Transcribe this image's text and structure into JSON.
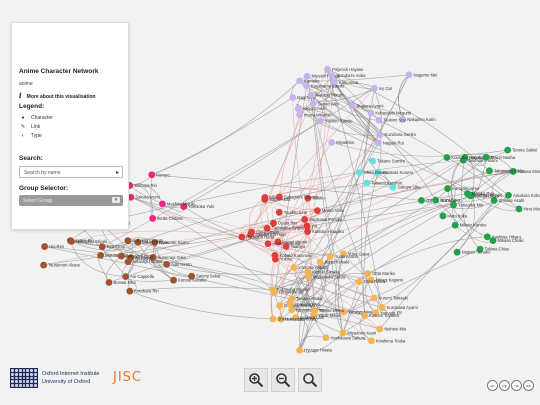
{
  "panel": {
    "title": "Anime Character Network",
    "subtitle": "anime",
    "info_label": "More about this visualisation",
    "legend_heading": "Legend:",
    "legend": [
      {
        "marker": "●",
        "label": "Character"
      },
      {
        "marker": "✎",
        "label": "Link"
      },
      {
        "marker": "◐",
        "label": "Type"
      }
    ],
    "search_heading": "Search:",
    "search_placeholder": "Search by name",
    "group_heading": "Group Selector:",
    "group_value": "Select Group"
  },
  "footer": {
    "oii_line1": "Oxford Internet Institute",
    "oii_line2": "University of Oxford",
    "jisc": "JISC",
    "license": [
      "cc",
      "by",
      "nc",
      "sa"
    ]
  },
  "zoom": {
    "zoom_in": "zoom-in-icon",
    "zoom_out": "zoom-out-icon",
    "zoom_reset": "zoom-reset-icon"
  },
  "colors": {
    "purple": "#c7b2f0",
    "pink": "#e8287c",
    "red": "#e23b3b",
    "brown": "#a0522d",
    "orange": "#f5b452",
    "green": "#23a04a",
    "cyan": "#5fe3e3",
    "edge": "#888888",
    "edge_red": "#e89a9a"
  },
  "nodes": [
    {
      "label": "Nagi Miki",
      "g": "purple"
    },
    {
      "label": "Kobayashi Megumi",
      "g": "purple"
    },
    {
      "label": "Aikyo Ichika",
      "g": "purple"
    },
    {
      "label": "Nakajima Karin",
      "g": "purple"
    },
    {
      "label": "Miyoshi Hikage",
      "g": "purple"
    },
    {
      "label": "Miyashita",
      "g": "purple"
    },
    {
      "label": "Kato Anna",
      "g": "purple"
    },
    {
      "label": "Nakano Mizuki",
      "g": "purple"
    },
    {
      "label": "Suzukaze Aoba",
      "g": "purple"
    },
    {
      "label": "Kameko",
      "g": "purple"
    },
    {
      "label": "Sugiura Ayami",
      "g": "purple"
    },
    {
      "label": "Nagumo Mei",
      "g": "purple"
    },
    {
      "label": "Tsukimi Sou",
      "g": "purple"
    },
    {
      "label": "Ivy Cat",
      "g": "purple"
    },
    {
      "label": "Imura Minami",
      "g": "purple"
    },
    {
      "label": "Polyrock Hayase",
      "g": "purple"
    },
    {
      "label": "Nagato Rui",
      "g": "purple"
    },
    {
      "label": "Senoo Aiko",
      "g": "purple"
    },
    {
      "label": "Kagayama Kaede",
      "g": "purple"
    },
    {
      "label": "Kuzuhara Genko",
      "g": "purple"
    },
    {
      "label": "Yashiro Kazuki",
      "g": "purple"
    },
    {
      "label": "Yoshioka Yuki",
      "g": "pink"
    },
    {
      "label": "Ikeda Chitose",
      "g": "pink"
    },
    {
      "label": "Sakura Izumi",
      "g": "pink"
    },
    {
      "label": "Shibuya Rin",
      "g": "pink"
    },
    {
      "label": "Kuroyo",
      "g": "pink"
    },
    {
      "label": "Mashita Miyuki",
      "g": "pink"
    },
    {
      "label": "Tachibana Sylphinford",
      "g": "red"
    },
    {
      "label": "Katsura Hinagiku",
      "g": "red"
    },
    {
      "label": "Sagiri Akira",
      "g": "red"
    },
    {
      "label": "Sagisawa Fumika",
      "g": "red"
    },
    {
      "label": "Sakurauchi Riko",
      "g": "red"
    },
    {
      "label": "Ryuuguu Rena",
      "g": "red"
    },
    {
      "label": "Okita Sougo",
      "g": "red"
    },
    {
      "label": "Asami Hitomi",
      "g": "red"
    },
    {
      "label": "Toudou Kirin",
      "g": "red"
    },
    {
      "label": "Kobato Kusunoki",
      "g": "red"
    },
    {
      "label": "Yukiko",
      "g": "red"
    },
    {
      "label": "Momo Velia",
      "g": "red"
    },
    {
      "label": "Sakagami Tomoyo",
      "g": "red"
    },
    {
      "label": "Ogata Rin",
      "g": "red"
    },
    {
      "label": "Amami Haruka",
      "g": "red"
    },
    {
      "label": "Tsuruya",
      "g": "red"
    },
    {
      "label": "Mio",
      "g": "red"
    },
    {
      "label": "Yukino",
      "g": "red"
    },
    {
      "label": "Yui",
      "g": "red"
    },
    {
      "label": "Nekopara Miyuki",
      "g": "brown"
    },
    {
      "label": "Saionji Sekai",
      "g": "brown"
    },
    {
      "label": "Tsunemori Akane",
      "g": "brown"
    },
    {
      "label": "Ayase Eli",
      "g": "brown"
    },
    {
      "label": "Kurusu Kanako",
      "g": "brown"
    },
    {
      "label": "Ryuuzaki Kaoru",
      "g": "brown"
    },
    {
      "label": "Sumeragi Yuko",
      "g": "brown"
    },
    {
      "label": "Fouta Kaduki",
      "g": "brown"
    },
    {
      "label": "Takaya Yuki",
      "g": "brown"
    },
    {
      "label": "Kotohara Rin",
      "g": "brown"
    },
    {
      "label": "Kisaragi Hayato",
      "g": "brown"
    },
    {
      "label": "Ito Kaede",
      "g": "brown"
    },
    {
      "label": "Hio Ren",
      "g": "brown"
    },
    {
      "label": "Mikoto Puzzle",
      "g": "brown"
    },
    {
      "label": "Murata Maaya",
      "g": "brown"
    },
    {
      "label": "Bonsai Riko",
      "g": "brown"
    },
    {
      "label": "Aoki Hiroto",
      "g": "brown"
    },
    {
      "label": "Aoi Cappella",
      "g": "brown"
    },
    {
      "label": "Nishikigi Chisato",
      "g": "brown"
    },
    {
      "label": "Sakuya Kiryuu",
      "g": "brown"
    },
    {
      "label": "Kira Kirari",
      "g": "brown"
    },
    {
      "label": "Yuuki Mikan",
      "g": "orange"
    },
    {
      "label": "Kousaka Kirino",
      "g": "orange"
    },
    {
      "label": "Kurokawa Ayami",
      "g": "orange"
    },
    {
      "label": "Harukaze Hinata",
      "g": "orange"
    },
    {
      "label": "Hyuuga Hinata",
      "g": "orange"
    },
    {
      "label": "Isuzu Kirisaki",
      "g": "orange"
    },
    {
      "label": "Hoshikawa Sakura",
      "g": "orange"
    },
    {
      "label": "Nishino Mio",
      "g": "orange"
    },
    {
      "label": "Yazawa Nico",
      "g": "orange"
    },
    {
      "label": "Miyazono Kaori",
      "g": "orange"
    },
    {
      "label": "Yamada Elf",
      "g": "orange"
    },
    {
      "label": "Iwakura Lain",
      "g": "orange"
    },
    {
      "label": "Hirasawa Yui",
      "g": "orange"
    },
    {
      "label": "Tanaka Asuka",
      "g": "orange"
    },
    {
      "label": "Kirishima Touka",
      "g": "orange"
    },
    {
      "label": "Kuzuki Sayaka",
      "g": "orange"
    },
    {
      "label": "Hiiragi Kagami",
      "g": "orange"
    },
    {
      "label": "Shiina Mashiro",
      "g": "orange"
    },
    {
      "label": "Oreo Ririka",
      "g": "orange"
    },
    {
      "label": "Daidouji Tomoyo",
      "g": "orange"
    },
    {
      "label": "Yuno Gasai",
      "g": "orange"
    },
    {
      "label": "Kotonoha Miyoko",
      "g": "orange"
    },
    {
      "label": "Ichinose Kotomi",
      "g": "orange"
    },
    {
      "label": "Tenjou Utena",
      "g": "orange"
    },
    {
      "label": "Kurumi Tokisaki",
      "g": "orange"
    },
    {
      "label": "Matsuzaka Satou",
      "g": "orange"
    },
    {
      "label": "Yuuki Asuna",
      "g": "orange"
    },
    {
      "label": "Shimoda Ryo",
      "g": "orange"
    },
    {
      "label": "Ohta Mariko",
      "g": "orange"
    },
    {
      "label": "Kasumi Toyama",
      "g": "orange"
    },
    {
      "label": "Oshino Shinobu",
      "g": "green"
    },
    {
      "label": "Takimoto Hifumi",
      "g": "green"
    },
    {
      "label": "Hayasaka Ai",
      "g": "green"
    },
    {
      "label": "Kashiwa Hikaru",
      "g": "green"
    },
    {
      "label": "Senjou Miyuki",
      "g": "green"
    },
    {
      "label": "Aizawa Mirai",
      "g": "green"
    },
    {
      "label": "Amakura Kokoru",
      "g": "green"
    },
    {
      "label": "Mikasa Chiaki",
      "g": "green"
    },
    {
      "label": "Tokiwa Chise",
      "g": "green"
    },
    {
      "label": "Nagisa Tamako",
      "g": "green"
    },
    {
      "label": "Kousaka Honoka",
      "g": "green"
    },
    {
      "label": "Maezi Nasha",
      "g": "green"
    },
    {
      "label": "Mikoto Kuroko",
      "g": "green"
    },
    {
      "label": "Tenma Sakiel",
      "g": "green"
    },
    {
      "label": "Shirase Asahi",
      "g": "green"
    },
    {
      "label": "Kuroyuki Hime",
      "g": "green"
    },
    {
      "label": "Maru Itoka",
      "g": "green"
    },
    {
      "label": "Kouga Hikari",
      "g": "green"
    },
    {
      "label": "Hino Mina",
      "g": "green"
    },
    {
      "label": "Isuzu Sato",
      "g": "green"
    },
    {
      "label": "Takanashi Rikka",
      "g": "green"
    },
    {
      "label": "Yanagiba Miri",
      "g": "green"
    },
    {
      "label": "Miyako Ryo",
      "g": "green"
    },
    {
      "label": "Sakuya Ujiie",
      "g": "cyan"
    },
    {
      "label": "Akatsuki Kurumi",
      "g": "cyan"
    },
    {
      "label": "Shiro Risuko",
      "g": "cyan"
    },
    {
      "label": "Tatsumi Kenshin",
      "g": "cyan"
    },
    {
      "label": "Takane Sumire",
      "g": "cyan"
    }
  ]
}
